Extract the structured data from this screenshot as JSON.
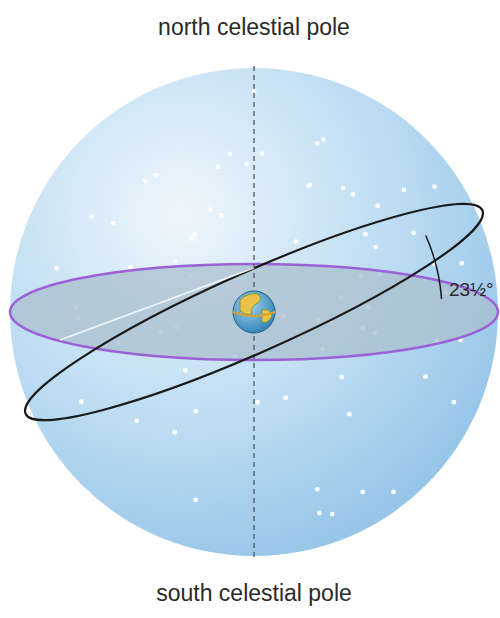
{
  "diagram": {
    "labels": [
      "north celestial pole",
      "south celestial pole",
      "23½°"
    ]
  }
}
